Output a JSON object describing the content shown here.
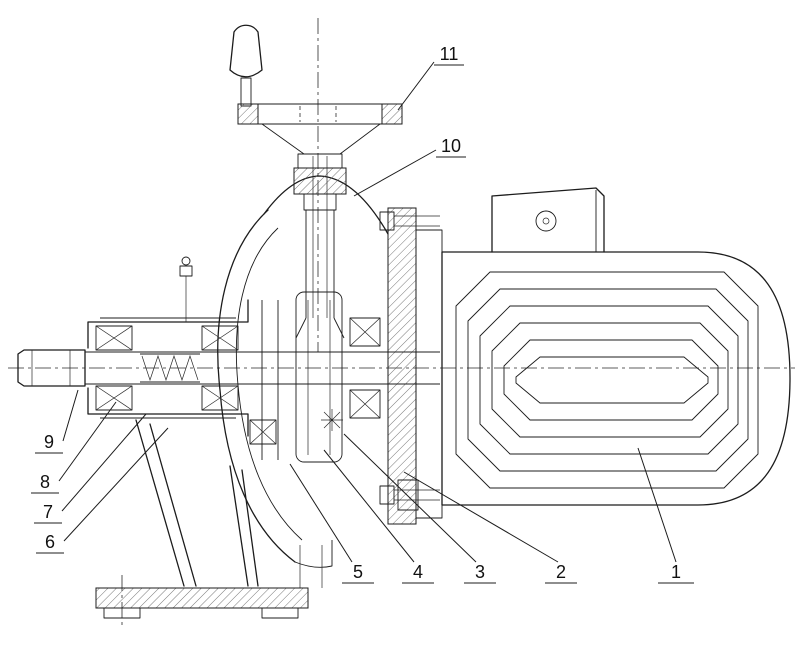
{
  "figure": {
    "kind": "technical-cross-section-drawing",
    "subject": "close-coupled centrifugal pump with electric motor, sectional view",
    "colors": {
      "line": "#1c1c1c",
      "background": "#ffffff"
    },
    "callouts": [
      {
        "label": "1"
      },
      {
        "label": "2"
      },
      {
        "label": "3"
      },
      {
        "label": "4"
      },
      {
        "label": "5"
      },
      {
        "label": "6"
      },
      {
        "label": "7"
      },
      {
        "label": "8"
      },
      {
        "label": "9"
      },
      {
        "label": "10"
      },
      {
        "label": "11"
      }
    ]
  }
}
